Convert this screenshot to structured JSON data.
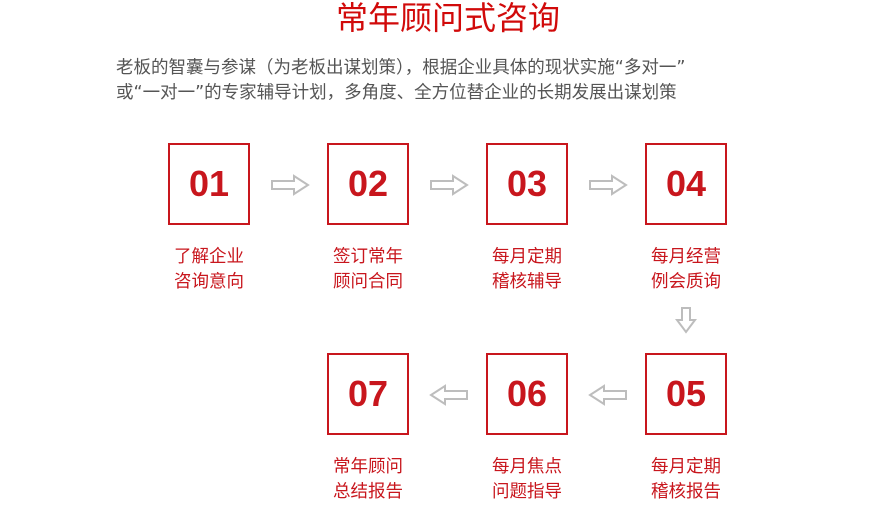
{
  "title": "常年顾问式咨询",
  "description": [
    "老板的智囊与参谋（为老板出谋划策），根据企业具体的现状实施“多对一”",
    "或“一对一”的专家辅导计划，多角度、全方位替企业的长期发展出谋划策"
  ],
  "steps": [
    {
      "num": "01",
      "line1": "了解企业",
      "line2": "咨询意向"
    },
    {
      "num": "02",
      "line1": "签订常年",
      "line2": "顾问合同"
    },
    {
      "num": "03",
      "line1": "每月定期",
      "line2": "稽核辅导"
    },
    {
      "num": "04",
      "line1": "每月经营",
      "line2": "例会质询"
    },
    {
      "num": "05",
      "line1": "每月定期",
      "line2": "稽核报告"
    },
    {
      "num": "06",
      "line1": "每月焦点",
      "line2": "问题指导"
    },
    {
      "num": "07",
      "line1": "常年顾问",
      "line2": "总结报告"
    }
  ],
  "colors": {
    "accent": "#c8161d",
    "arrow": "#bdbdbd"
  }
}
